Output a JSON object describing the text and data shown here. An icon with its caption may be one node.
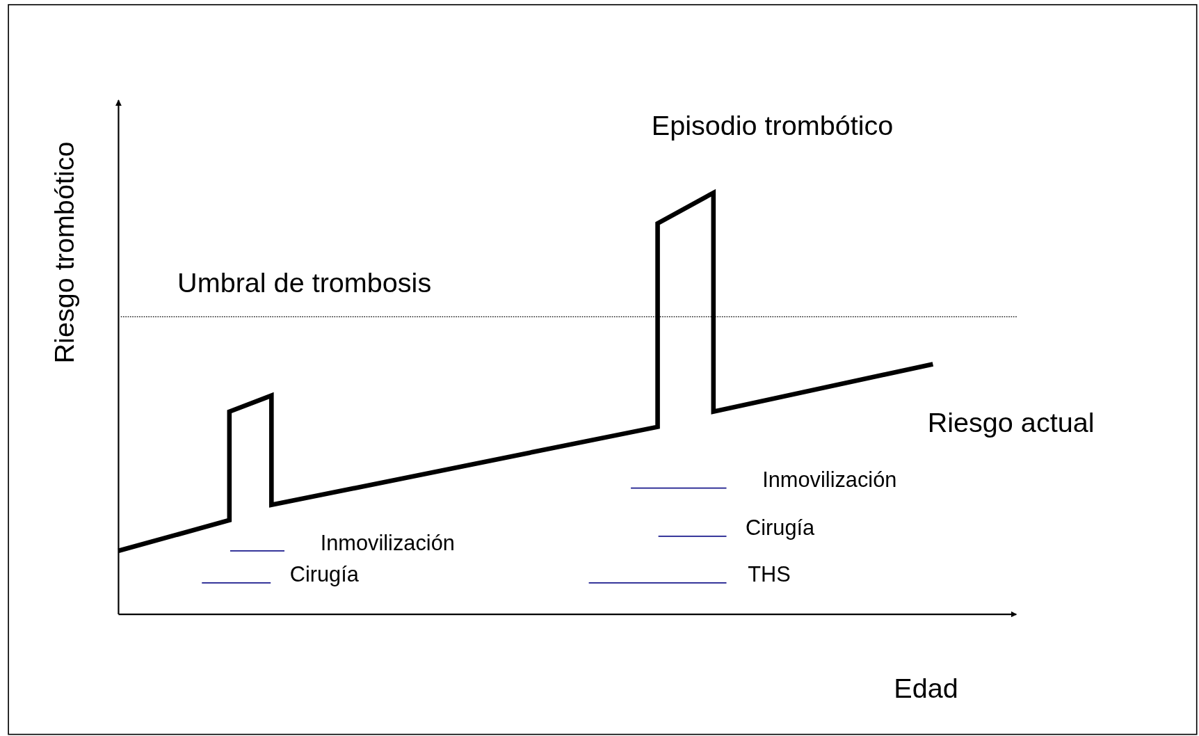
{
  "diagram": {
    "labels": [
      "Episodio trombótico",
      "Riesgo trombótico",
      "Umbral de trombosis",
      "Riesgo actual",
      "Inmovilización",
      "Cirugía",
      "Inmovilización",
      "Cirugía",
      "THS",
      "Edad"
    ]
  }
}
